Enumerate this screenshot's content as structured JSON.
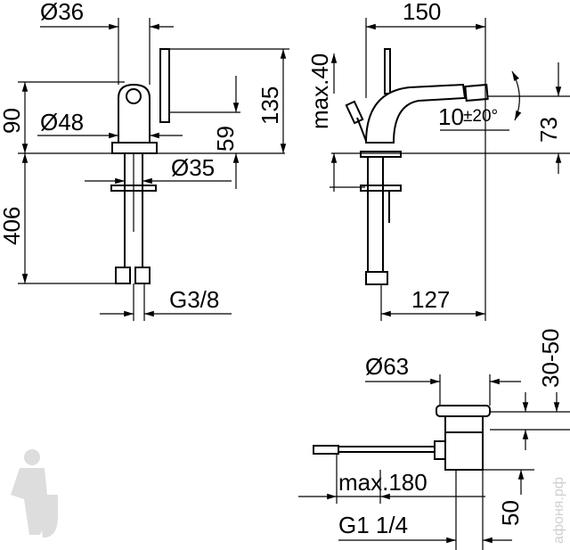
{
  "front_view": {
    "dim_top_diameter": "Ø36",
    "dim_height_upper": "90",
    "dim_body_diameter": "Ø48",
    "dim_total_height": "135",
    "dim_lever_height": "59",
    "dim_base_diameter": "Ø35",
    "dim_hose_length": "406",
    "dim_thread": "G3/8"
  },
  "side_view": {
    "dim_top_length": "150",
    "dim_max_height": "max.40",
    "dim_angle": "10",
    "dim_angle_tol": "±20°",
    "dim_spout_height": "73",
    "dim_reach": "127"
  },
  "drain_view": {
    "dim_plug_diameter": "Ø63",
    "dim_range": "30-50",
    "dim_rod_length": "max.180",
    "dim_drain_height": "50",
    "dim_drain_thread": "G1 1/4"
  },
  "watermark": "афоня.рф"
}
